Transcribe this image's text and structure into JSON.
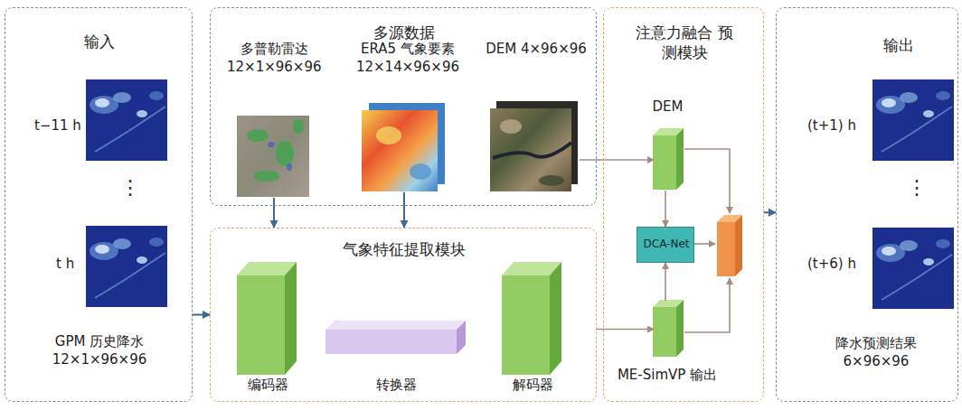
{
  "diagram": {
    "nodes": [
      {
        "text": [
          "输入",
          "GPM 历史降水 12×1×96×96"
        ]
      },
      {
        "text": [
          "多源数据"
        ]
      },
      {
        "text": [
          "多普勒雷达 12×1×96×96"
        ],
        "in": 1
      },
      {
        "text": [
          "ERA5 气象要素 12×14×96×96"
        ],
        "in": 1
      },
      {
        "text": [
          "DEM 4×96×96"
        ],
        "in": 1
      },
      {
        "text": [
          "气象特征提取模块"
        ]
      },
      {
        "text": [
          "编码器"
        ],
        "in": 5
      },
      {
        "text": [
          "转换器"
        ],
        "in": 5
      },
      {
        "text": [
          "解码器"
        ],
        "in": 5
      },
      {
        "text": [
          "注意力融合 预测模块"
        ]
      },
      {
        "text": [
          "DEM"
        ],
        "in": 9
      },
      {
        "text": [
          "DCA-Net"
        ],
        "in": 9
      },
      {
        "text": [
          "ME-SimVP 输出"
        ],
        "in": 9
      },
      {
        "text": [
          "输出",
          "降水预测结果 6×96×96"
        ]
      }
    ],
    "edges": [
      {
        "from": 0,
        "to": 5,
        "arrow": "to"
      },
      {
        "from": 2,
        "to": 5,
        "arrow": "to"
      },
      {
        "from": 3,
        "to": 5,
        "arrow": "to"
      },
      {
        "from": 4,
        "to": 10,
        "arrow": "to"
      },
      {
        "from": 10,
        "to": 11,
        "arrow": "to"
      },
      {
        "from": 12,
        "to": 11,
        "arrow": "to"
      },
      {
        "from": 5,
        "to": 12,
        "arrow": "to"
      },
      {
        "from": 9,
        "to": 13,
        "arrow": "to"
      }
    ],
    "labels": [
      "t−11 h",
      "⋮",
      "t h",
      "(t+1) h",
      "⋮",
      "(t+6) h"
    ]
  }
}
